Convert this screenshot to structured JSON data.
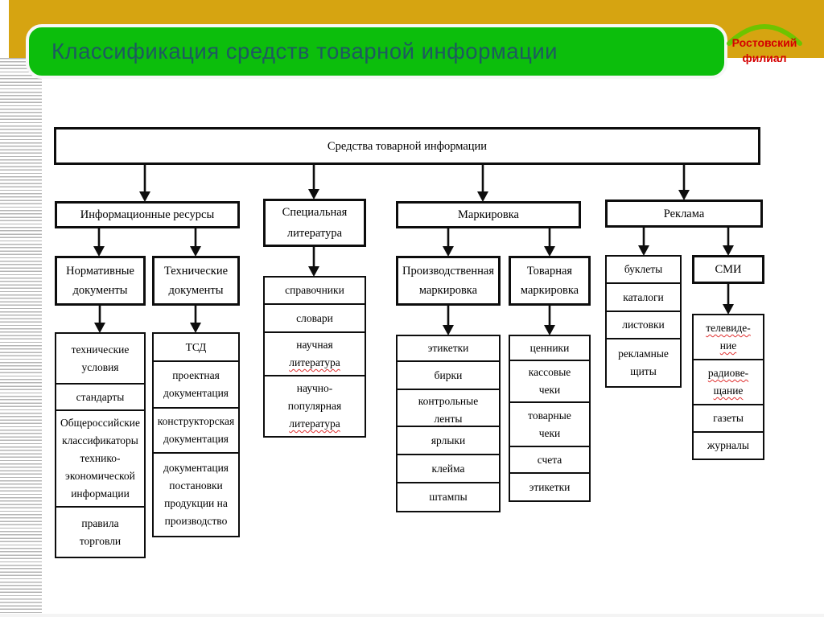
{
  "header": {
    "title": "Классификация средств товарной информации",
    "branch_line1": "Ростовский",
    "branch_line2": "филиал",
    "accent_green": "#0cbe0c",
    "accent_gold": "#d6a411",
    "branch_text_color": "#d40000",
    "arc_color": "#6ec400"
  },
  "diagram": {
    "root": "Средства товарной информации",
    "info_resources": {
      "label": "Информационные ресурсы",
      "normative": {
        "label": "Нормативные\nдокументы",
        "items": [
          "технические\nусловия",
          "стандарты",
          "Общероссийские\nклассификаторы\nтехнико-\nэкономической\nинформации",
          "правила\nторговли"
        ]
      },
      "technical": {
        "label": "Технические\nдокументы",
        "items": [
          "ТСД",
          "проектная\nдокументация",
          "конструкторская\nдокументация",
          "документация\nпостановки\nпродукции на\nпроизводство"
        ]
      }
    },
    "special_literature": {
      "label": "Специальная\nлитература",
      "items": [
        "справочники",
        "словари",
        {
          "t1": "научная",
          "t2": "литература"
        },
        {
          "t1": "научно-\nпопулярная",
          "t2": "литература"
        }
      ]
    },
    "marking": {
      "label": "Маркировка",
      "production": {
        "label": "Производственная\nмаркировка",
        "items": [
          "этикетки",
          "бирки",
          {
            "t1": "контрольные",
            "t2": "ленты"
          },
          "ярлыки",
          "клейма",
          "штампы"
        ]
      },
      "trade": {
        "label": "Товарная\nмаркировка",
        "items": [
          "ценники",
          "кассовые\nчеки",
          "товарные\nчеки",
          "счета",
          "этикетки"
        ]
      }
    },
    "advertising": {
      "label": "Реклама",
      "items": [
        "буклеты",
        "каталоги",
        "листовки",
        "рекламные\nщиты"
      ],
      "smi": {
        "label": "СМИ",
        "items": [
          "телевиде-\nние",
          "радиове-\nщание",
          "газеты",
          "журналы"
        ]
      }
    }
  }
}
